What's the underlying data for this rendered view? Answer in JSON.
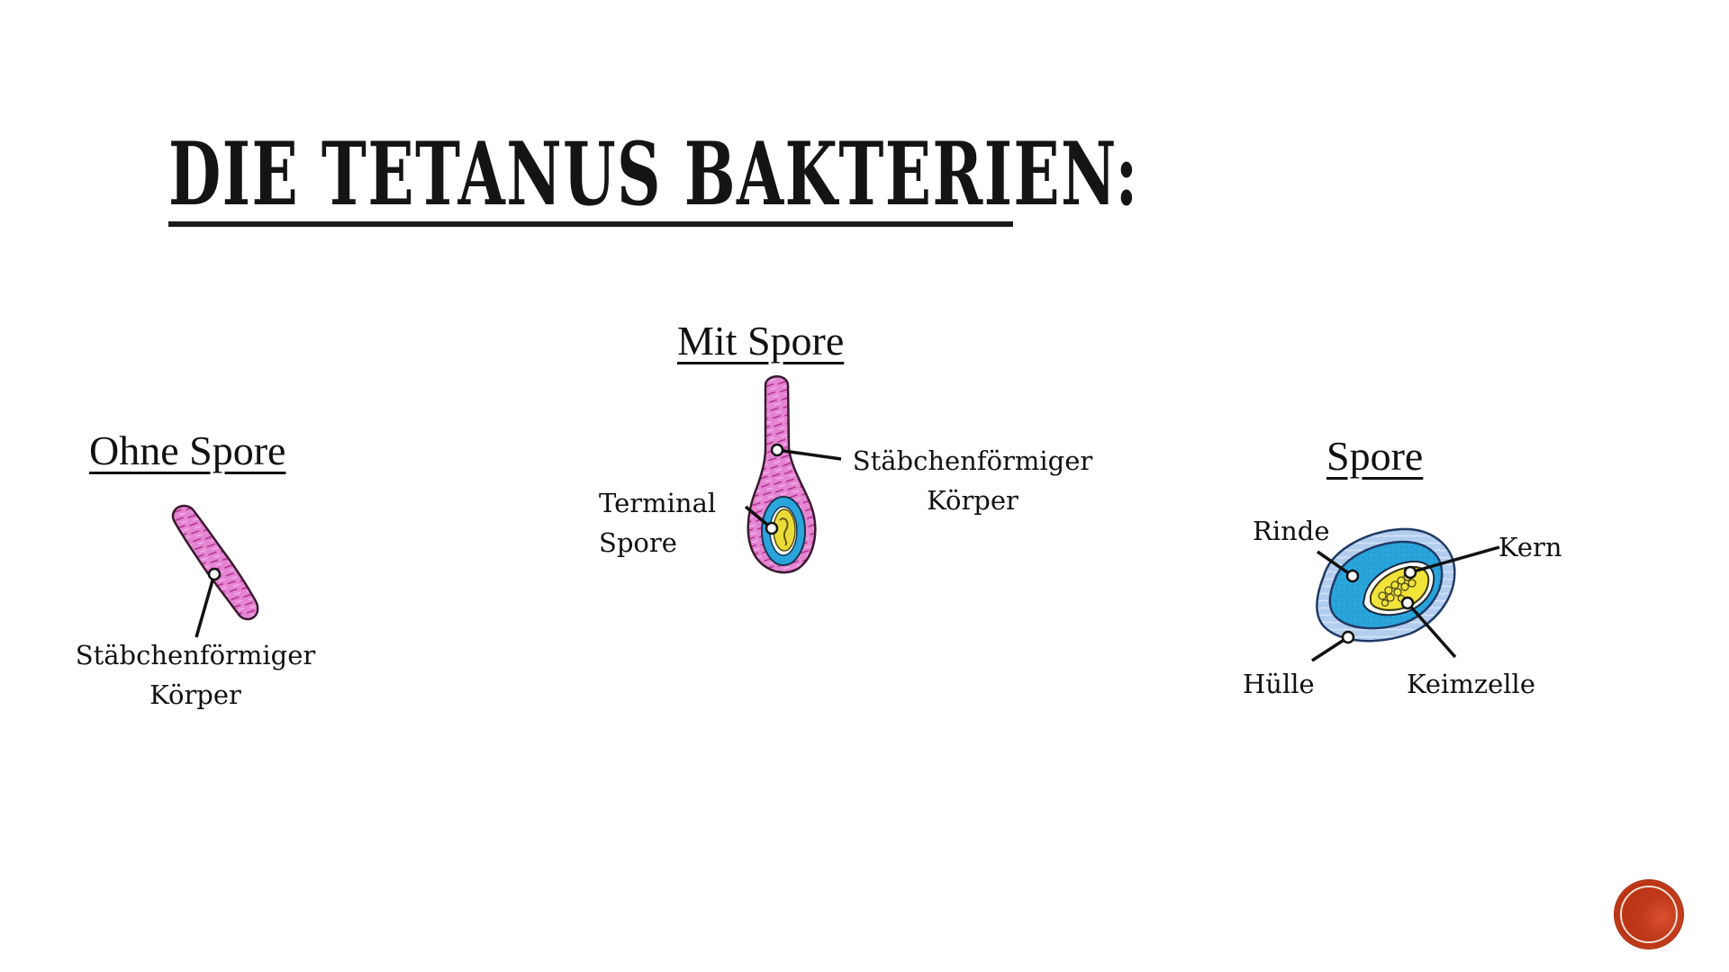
{
  "slide": {
    "title": "DIE TETANUS BAKTERIEN:",
    "background_color": "#ffffff",
    "accent_color": "#b6300f"
  },
  "sections": {
    "ohne_spore": {
      "heading": "Ohne Spore",
      "labels": {
        "body_line1": "Stäbchenförmiger",
        "body_line2": "Körper"
      },
      "colors": {
        "body": "#e07fcf",
        "stripes": "#b0308c",
        "outline": "#3a1a30"
      }
    },
    "mit_spore": {
      "heading": "Mit Spore",
      "labels": {
        "body_line1": "Stäbchenförmiger",
        "body_line2": "Körper",
        "spore_line1": "Terminal",
        "spore_line2": "Spore"
      },
      "colors": {
        "body": "#e07fcf",
        "spore_ring": "#2aa5dc",
        "spore_core": "#e9dc3a"
      }
    },
    "spore": {
      "heading": "Spore",
      "labels": {
        "rinde": "Rinde",
        "kern": "Kern",
        "huelle": "Hülle",
        "keimzelle": "Keimzelle"
      },
      "colors": {
        "huelle": "#a9c8ea",
        "rinde": "#2aa5dc",
        "keimzelle": "#f1e33a",
        "kern": "#6b6b30"
      }
    }
  },
  "navigation": {
    "next_button_icon": "red-circle-button"
  }
}
